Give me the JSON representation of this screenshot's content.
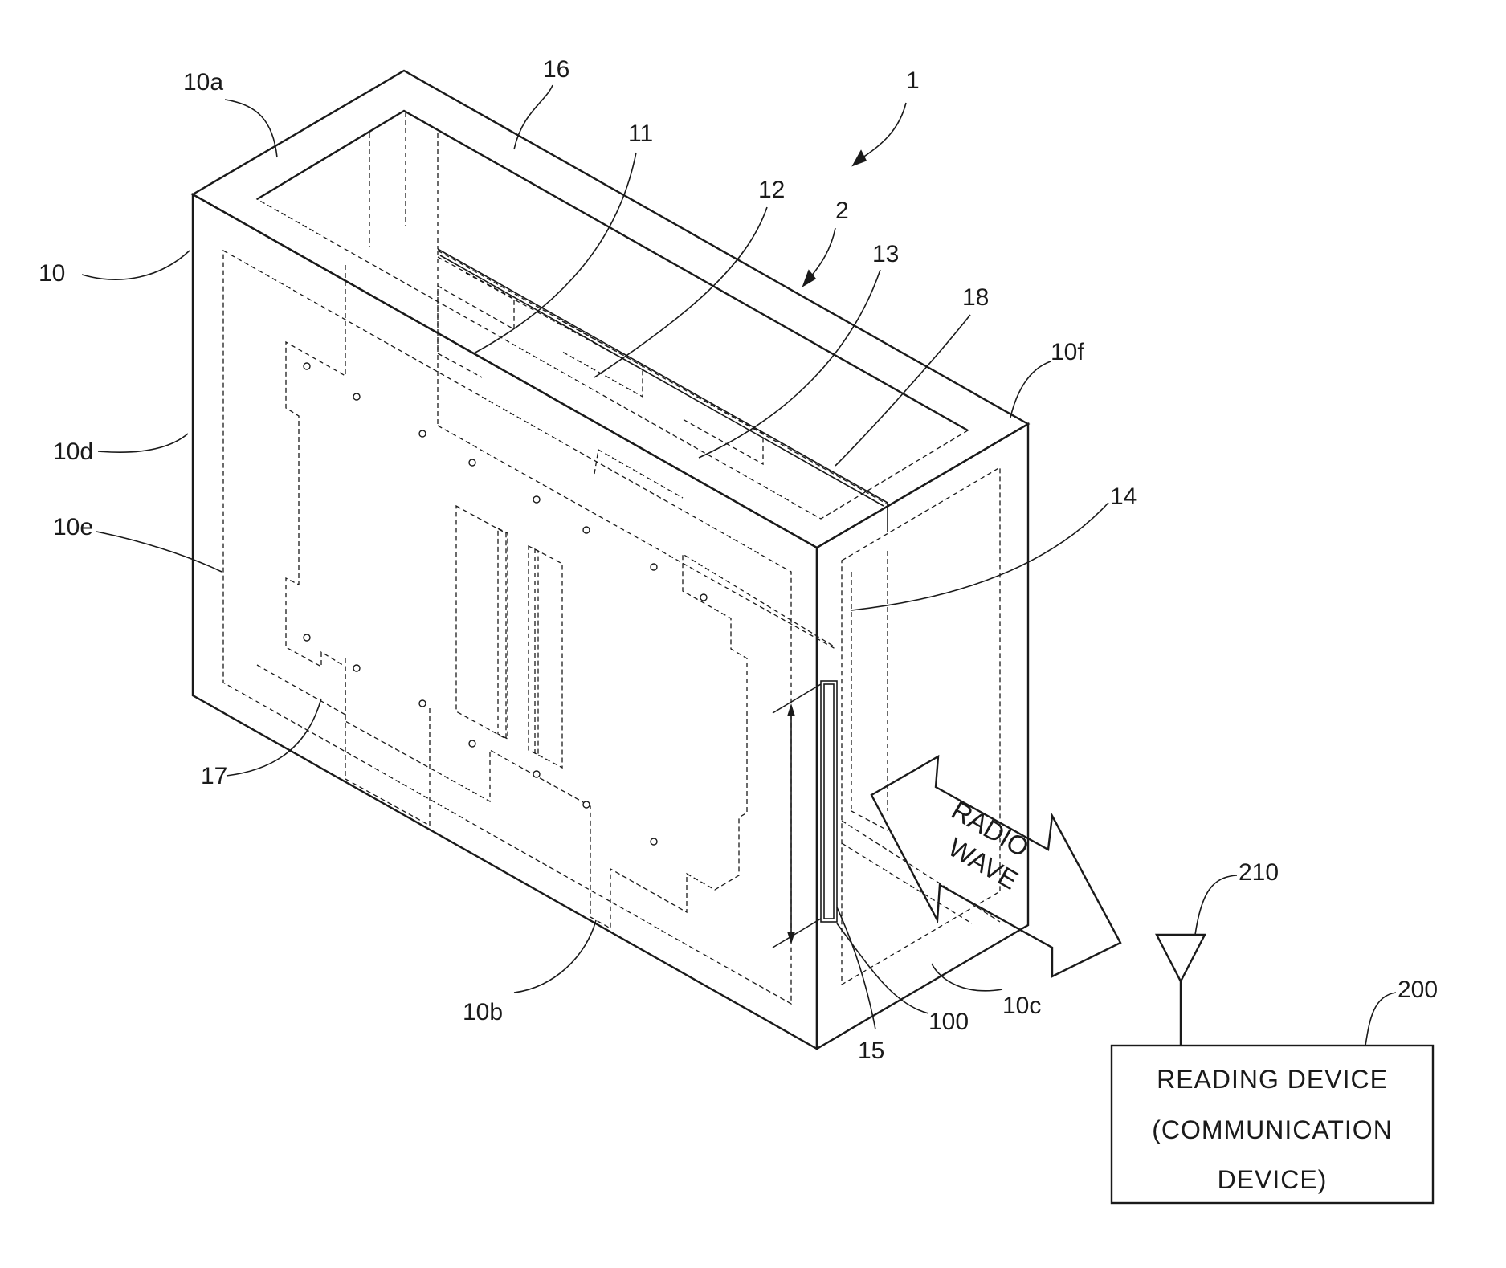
{
  "figure": {
    "reference_labels": {
      "device": "1",
      "module": "2",
      "housing": "10",
      "top_face": "10a",
      "bottom_face": "10b",
      "front_face": "10c",
      "left_face": "10d",
      "left_face_inner": "10e",
      "rear_face": "10f",
      "part_11": "11",
      "part_12": "12",
      "part_13": "13",
      "part_14": "14",
      "part_15": "15",
      "part_16": "16",
      "part_17": "17",
      "part_18": "18",
      "rfid_tag": "100",
      "reading_device": "200",
      "antenna": "210"
    },
    "radio_wave_label": [
      "RADIO",
      "WAVE"
    ],
    "reading_device_lines": [
      "READING DEVICE",
      "(COMMUNICATION",
      "DEVICE)"
    ]
  }
}
